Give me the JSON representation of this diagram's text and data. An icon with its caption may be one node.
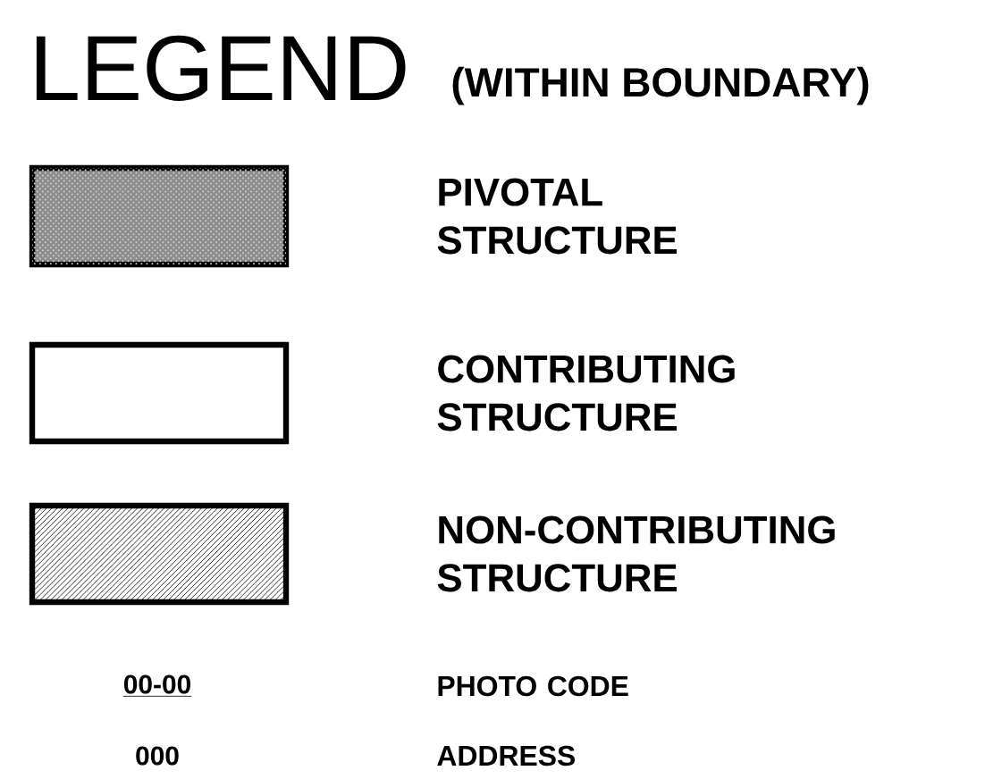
{
  "diagram": {
    "title": "LEGEND",
    "labels": [
      "(WITHIN BOUNDARY)",
      "00-00",
      "000"
    ],
    "legend": [
      {
        "text": "PIVOTAL STRUCTURE"
      },
      {
        "text": "CONTRIBUTING STRUCTURE"
      },
      {
        "text": "NON-CONTRIBUTING STRUCTURE"
      },
      {
        "text": "PHOTO CODE"
      },
      {
        "text": "ADDRESS"
      }
    ]
  }
}
